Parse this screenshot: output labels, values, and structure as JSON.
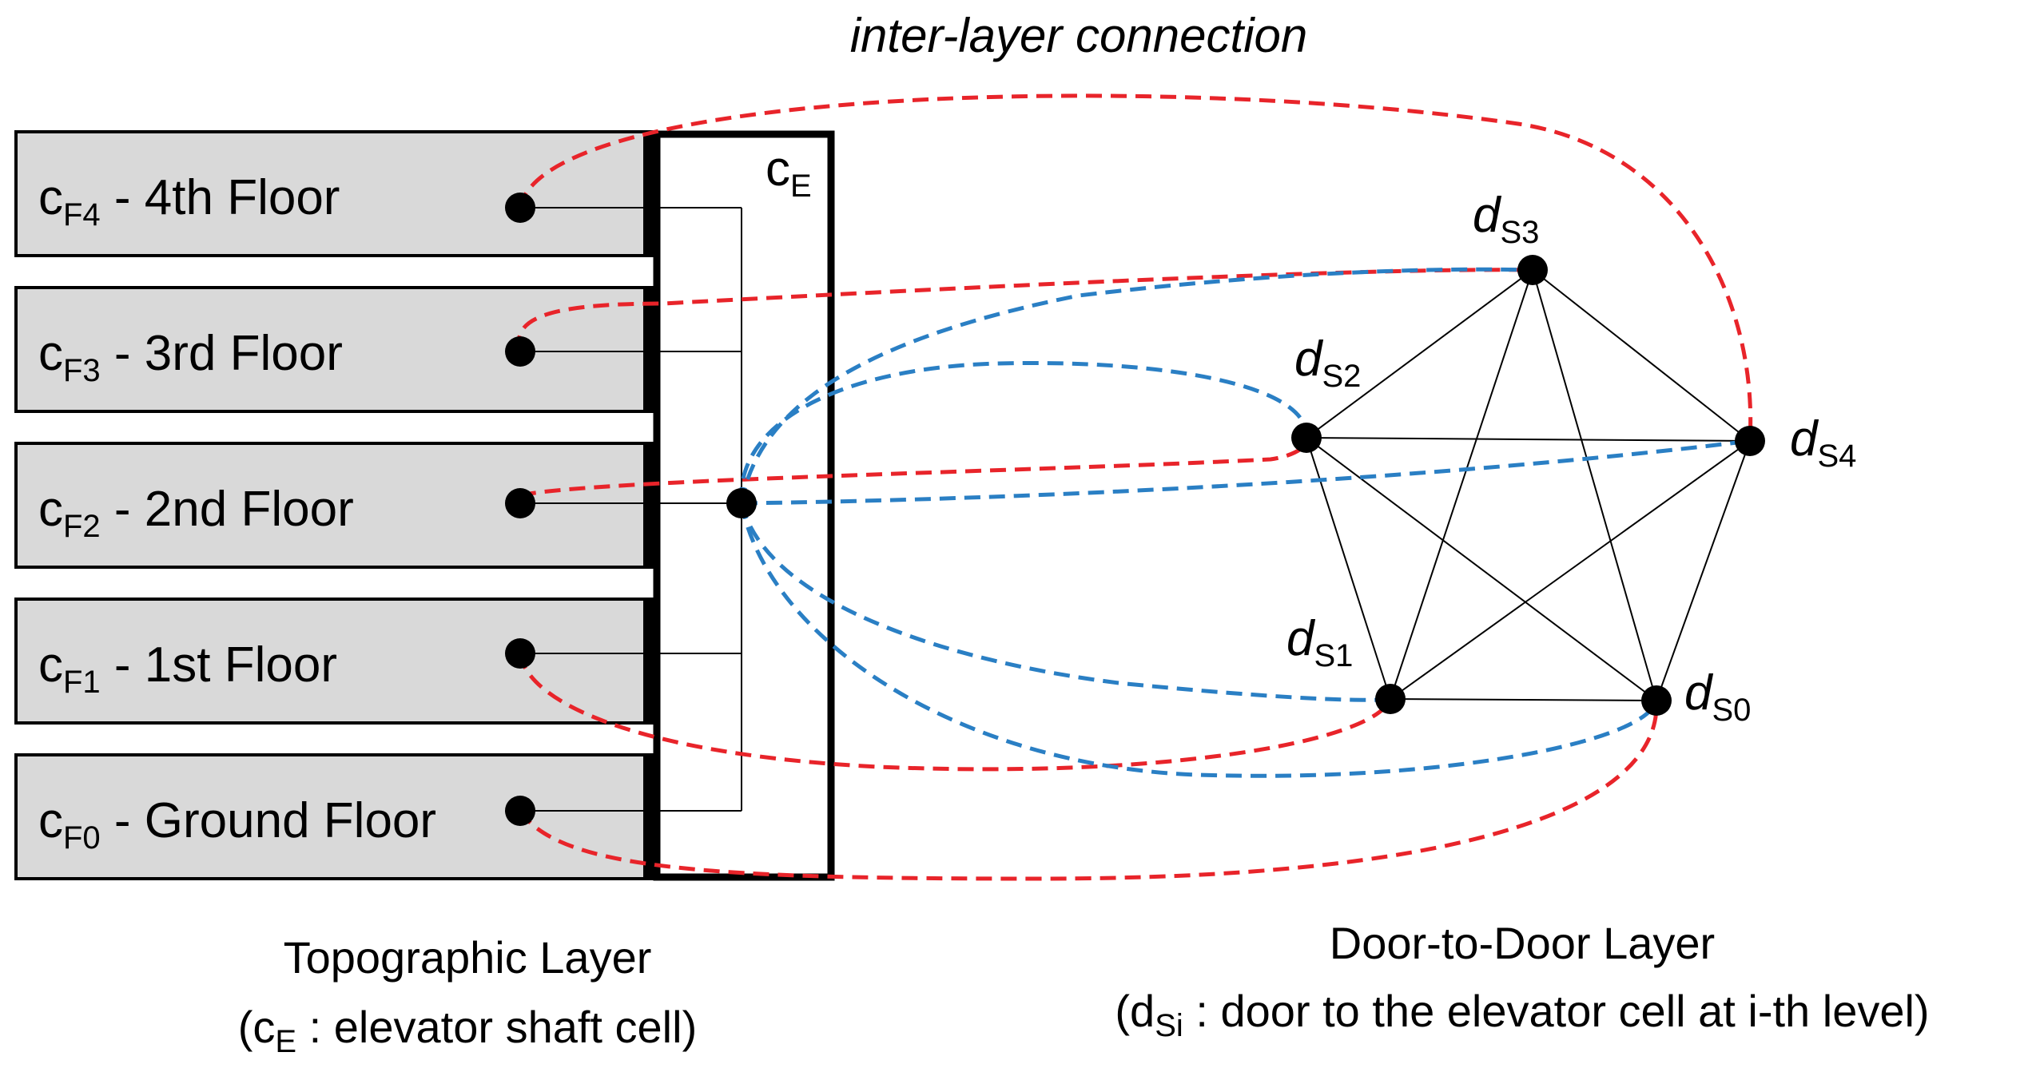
{
  "title": "inter-layer connection",
  "colors": {
    "red": "#e8242a",
    "blue": "#2a7fc4",
    "floor_fill": "#d9d9d9"
  },
  "topographic": {
    "floors": [
      {
        "id": "F4",
        "prefix": "c",
        "sub": "F4",
        "label": " - 4th Floor"
      },
      {
        "id": "F3",
        "prefix": "c",
        "sub": "F3",
        "label": " - 3rd Floor"
      },
      {
        "id": "F2",
        "prefix": "c",
        "sub": "F2",
        "label": " - 2nd Floor"
      },
      {
        "id": "F1",
        "prefix": "c",
        "sub": "F1",
        "label": " - 1st Floor"
      },
      {
        "id": "F0",
        "prefix": "c",
        "sub": "F0",
        "label": " - Ground Floor"
      }
    ],
    "shaft_label": {
      "prefix": "c",
      "sub": "E"
    },
    "caption_line1": "Topographic Layer",
    "caption_line2": {
      "open": "(c",
      "sub": "E",
      "rest": " :  elevator shaft cell)"
    }
  },
  "door_layer": {
    "doors": [
      {
        "id": "S3",
        "prefix": "d",
        "sub": "S3"
      },
      {
        "id": "S2",
        "prefix": "d",
        "sub": "S2"
      },
      {
        "id": "S4",
        "prefix": "d",
        "sub": "S4"
      },
      {
        "id": "S1",
        "prefix": "d",
        "sub": "S1"
      },
      {
        "id": "S0",
        "prefix": "d",
        "sub": "S0"
      }
    ],
    "caption_line1": "Door-to-Door Layer",
    "caption_line2": {
      "open": "(d",
      "sub": "Si",
      "rest": " : door to the elevator cell at i-th level)"
    }
  }
}
